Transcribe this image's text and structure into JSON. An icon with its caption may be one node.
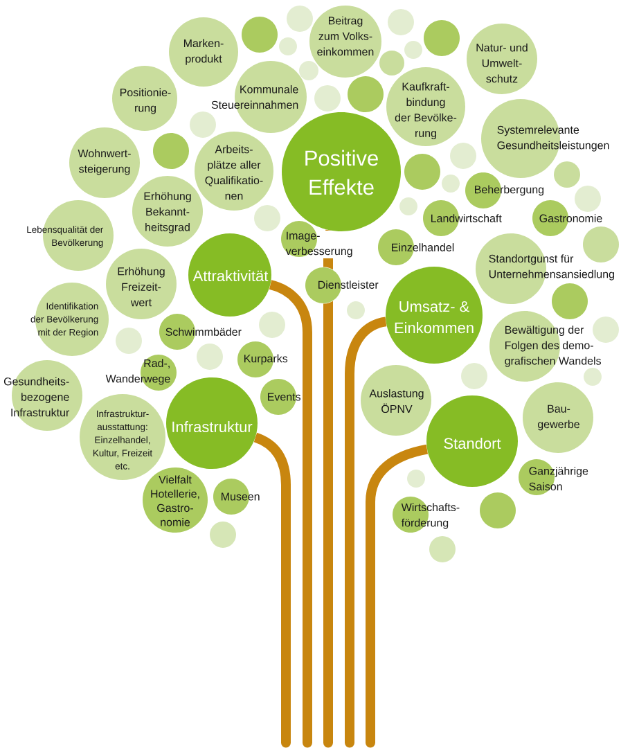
{
  "diagram": {
    "nodes": [
      {
        "text": [],
        "shape": "circle"
      },
      {
        "text": [],
        "shape": "circle"
      },
      {
        "text": [],
        "shape": "circle"
      },
      {
        "text": [],
        "shape": "circle"
      },
      {
        "text": [
          "Beitrag zum Volks- einkommen"
        ]
      },
      {
        "text": [],
        "shape": "circle"
      },
      {
        "text": [],
        "shape": "circle"
      },
      {
        "text": [
          "Marken- produkt"
        ]
      },
      {
        "text": [
          "Natur- und Umwelt- schutz"
        ]
      },
      {
        "text": [],
        "shape": "circle"
      },
      {
        "text": [],
        "shape": "circle"
      },
      {
        "text": [],
        "shape": "circle"
      },
      {
        "text": [
          "Kommunale Steuereinnahmen"
        ]
      },
      {
        "text": [
          "Positionie- rung"
        ]
      },
      {
        "text": [],
        "shape": "circle"
      },
      {
        "text": [
          "Kaufkraft- bindung der Bevölke- rung"
        ]
      },
      {
        "text": [],
        "shape": "circle"
      },
      {
        "text": [
          "Systemrelevante Gesundheitsleistungen"
        ]
      },
      {
        "text": [],
        "shape": "circle"
      },
      {
        "text": [],
        "shape": "circle"
      },
      {
        "text": [
          "Wohnwert- steigerung"
        ]
      },
      {
        "text": [
          "Arbeits- plätze aller Qualifikatio- nen"
        ]
      },
      {
        "text": [
          "Positive Effekte"
        ]
      },
      {
        "text": [],
        "shape": "circle"
      },
      {
        "text": [],
        "shape": "circle"
      },
      {
        "text": [],
        "shape": "circle"
      },
      {
        "text": [
          "Beherbergung"
        ]
      },
      {
        "text": [],
        "shape": "circle"
      },
      {
        "text": [],
        "shape": "circle"
      },
      {
        "text": [
          "Erhöhung Bekannt- heitsgrad"
        ]
      },
      {
        "text": [],
        "shape": "circle"
      },
      {
        "text": [
          "Landwirtschaft"
        ]
      },
      {
        "text": [
          "Gastronomie"
        ]
      },
      {
        "text": [
          "Lebensqualität der Bevölkerung"
        ]
      },
      {
        "text": [
          "Image- verbesserung"
        ]
      },
      {
        "text": [],
        "shape": "circle"
      },
      {
        "text": [
          "Einzelhandel"
        ]
      },
      {
        "text": [
          "Standortgunst für Unternehmensansiedlung"
        ]
      },
      {
        "text": [
          "Attraktivität"
        ]
      },
      {
        "text": [
          "Erhöhung Freizeit- wert"
        ]
      },
      {
        "text": [
          "Dienstleister"
        ]
      },
      {
        "text": [],
        "shape": "circle"
      },
      {
        "text": [],
        "shape": "circle"
      },
      {
        "text": [
          "Umsatz- & Einkommen"
        ]
      },
      {
        "text": [
          "Identifikation der Bevölkerung mit der Region"
        ]
      },
      {
        "text": [],
        "shape": "circle"
      },
      {
        "text": [],
        "shape": "circle"
      },
      {
        "text": [
          "Schwimmbäder"
        ]
      },
      {
        "text": [],
        "shape": "circle"
      },
      {
        "text": [
          "Bewältigung der Folgen des demo- grafischen Wandels"
        ]
      },
      {
        "text": [],
        "shape": "circle"
      },
      {
        "text": [
          "Kurparks"
        ]
      },
      {
        "text": [
          "Rad-, Wanderwege"
        ]
      },
      {
        "text": [],
        "shape": "circle"
      },
      {
        "text": [],
        "shape": "circle"
      },
      {
        "text": [
          "Gesundheits- bezogene Infrastruktur"
        ]
      },
      {
        "text": [
          "Events"
        ]
      },
      {
        "text": [
          "Auslastung ÖPNV"
        ]
      },
      {
        "text": [
          "Bau- gewerbe"
        ]
      },
      {
        "text": [
          "Infrastruktur"
        ]
      },
      {
        "text": [
          "Infrastruktur- ausstattung: Einzelhandel, Kultur, Freizeit etc."
        ]
      },
      {
        "text": [
          "Standort"
        ]
      },
      {
        "text": [
          "Ganzjährige Saison"
        ]
      },
      {
        "text": [],
        "shape": "circle"
      },
      {
        "text": [
          "Museen"
        ]
      },
      {
        "text": [
          "Vielfalt Hotellerie, Gastro- nomie"
        ]
      },
      {
        "text": [],
        "shape": "circle"
      },
      {
        "text": [
          "Wirtschafts- förderung"
        ]
      },
      {
        "text": [],
        "shape": "circle"
      },
      {
        "text": [],
        "shape": "circle"
      }
    ],
    "edges": [
      {
        "from": null,
        "to": 59,
        "arrow": "none"
      },
      {
        "from": null,
        "to": 38,
        "arrow": "none"
      },
      {
        "from": null,
        "to": 22,
        "arrow": "none"
      },
      {
        "from": null,
        "to": 43,
        "arrow": "none"
      },
      {
        "from": null,
        "to": 61,
        "arrow": "none"
      }
    ]
  }
}
